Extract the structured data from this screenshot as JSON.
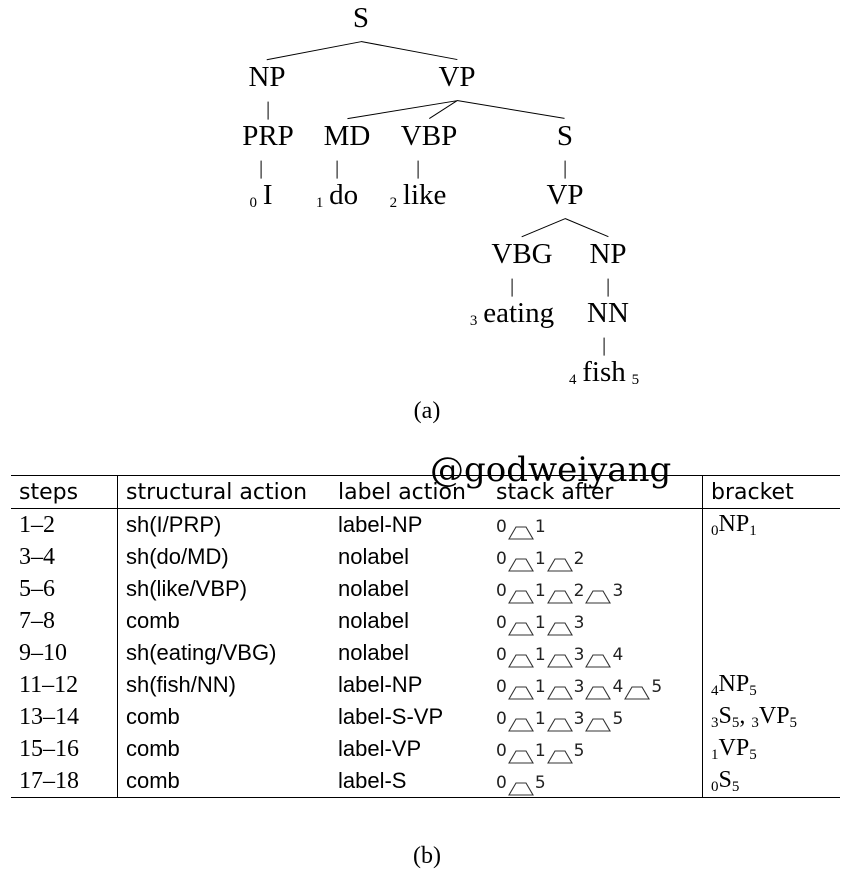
{
  "tree": {
    "nodes": [
      {
        "id": "S_root",
        "label": "S"
      },
      {
        "id": "NP_1",
        "label": "NP"
      },
      {
        "id": "VP_1",
        "label": "VP"
      },
      {
        "id": "PRP",
        "label": "PRP"
      },
      {
        "id": "MD",
        "label": "MD"
      },
      {
        "id": "VBP",
        "label": "VBP"
      },
      {
        "id": "S_2",
        "label": "S"
      },
      {
        "id": "VP_2",
        "label": "VP"
      },
      {
        "id": "VBG",
        "label": "VBG"
      },
      {
        "id": "NP_2",
        "label": "NP"
      },
      {
        "id": "NN",
        "label": "NN"
      },
      {
        "id": "w_I",
        "label": "I",
        "pre": "0"
      },
      {
        "id": "w_do",
        "label": "do",
        "pre": "1"
      },
      {
        "id": "w_like",
        "label": "like",
        "pre": "2"
      },
      {
        "id": "w_eating",
        "label": "eating",
        "pre": "3"
      },
      {
        "id": "w_fish",
        "label": "fish",
        "pre": "4",
        "post": "5"
      }
    ],
    "edges": [
      [
        "S_root",
        "NP_1"
      ],
      [
        "S_root",
        "VP_1"
      ],
      [
        "NP_1",
        "PRP"
      ],
      [
        "PRP",
        "w_I"
      ],
      [
        "VP_1",
        "MD"
      ],
      [
        "VP_1",
        "VBP"
      ],
      [
        "VP_1",
        "S_2"
      ],
      [
        "MD",
        "w_do"
      ],
      [
        "VBP",
        "w_like"
      ],
      [
        "S_2",
        "VP_2"
      ],
      [
        "VP_2",
        "VBG"
      ],
      [
        "VP_2",
        "NP_2"
      ],
      [
        "VBG",
        "w_eating"
      ],
      [
        "NP_2",
        "NN"
      ],
      [
        "NN",
        "w_fish"
      ]
    ],
    "caption": "(a)"
  },
  "table": {
    "headers": [
      "steps",
      "structural action",
      "label action",
      "stack after",
      "bracket"
    ],
    "rows": [
      {
        "steps": "1–2",
        "structural": "sh(I/PRP)",
        "label": "label-NP",
        "stack": [
          "0",
          "1"
        ],
        "bracket": [
          {
            "pre": "0",
            "lab": "NP",
            "post": "1"
          }
        ]
      },
      {
        "steps": "3–4",
        "structural": "sh(do/MD)",
        "label": "nolabel",
        "stack": [
          "0",
          "1",
          "2"
        ],
        "bracket": []
      },
      {
        "steps": "5–6",
        "structural": "sh(like/VBP)",
        "label": "nolabel",
        "stack": [
          "0",
          "1",
          "2",
          "3"
        ],
        "bracket": []
      },
      {
        "steps": "7–8",
        "structural": "comb",
        "label": "nolabel",
        "stack": [
          "0",
          "1",
          "3"
        ],
        "bracket": []
      },
      {
        "steps": "9–10",
        "structural": "sh(eating/VBG)",
        "label": "nolabel",
        "stack": [
          "0",
          "1",
          "3",
          "4"
        ],
        "bracket": []
      },
      {
        "steps": "11–12",
        "structural": "sh(fish/NN)",
        "label": "label-NP",
        "stack": [
          "0",
          "1",
          "3",
          "4",
          "5"
        ],
        "bracket": [
          {
            "pre": "4",
            "lab": "NP",
            "post": "5"
          }
        ]
      },
      {
        "steps": "13–14",
        "structural": "comb",
        "label": "label-S-VP",
        "stack": [
          "0",
          "1",
          "3",
          "5"
        ],
        "bracket": [
          {
            "pre": "3",
            "lab": "S",
            "post": "5"
          },
          {
            "pre": "3",
            "lab": "VP",
            "post": "5"
          }
        ]
      },
      {
        "steps": "15–16",
        "structural": "comb",
        "label": "label-VP",
        "stack": [
          "0",
          "1",
          "5"
        ],
        "bracket": [
          {
            "pre": "1",
            "lab": "VP",
            "post": "5"
          }
        ]
      },
      {
        "steps": "17–18",
        "structural": "comb",
        "label": "label-S",
        "stack": [
          "0",
          "5"
        ],
        "bracket": [
          {
            "pre": "0",
            "lab": "S",
            "post": "5"
          }
        ]
      }
    ],
    "caption": "(b)"
  },
  "watermark": "@godweiyang"
}
